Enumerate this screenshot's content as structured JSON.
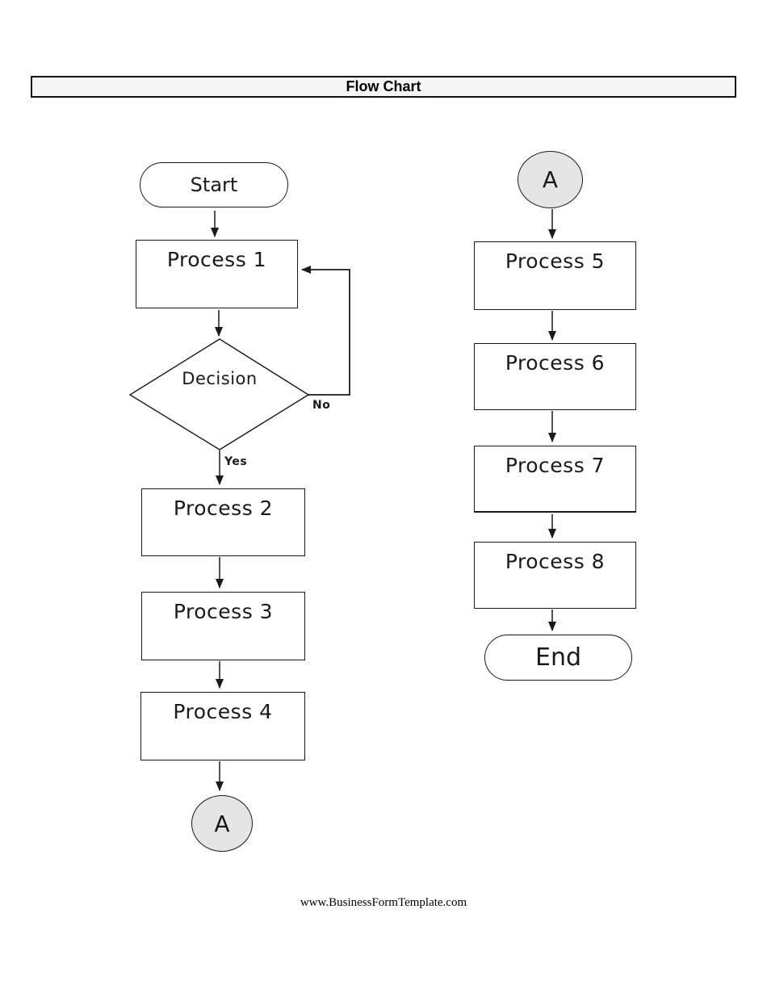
{
  "header": {
    "title": "Flow Chart"
  },
  "footer": {
    "text": "www.BusinessFormTemplate.com"
  },
  "colors": {
    "line": "#1a1a1a",
    "connector_fill": "#e5e5e5",
    "header_fill": "#f5f5f5",
    "node_fill": "#ffffff"
  },
  "nodes": {
    "start": "Start",
    "process1": "Process 1",
    "decision": "Decision",
    "process2": "Process 2",
    "process3": "Process 3",
    "process4": "Process 4",
    "connector_left": "A",
    "connector_right": "A",
    "process5": "Process 5",
    "process6": "Process 6",
    "process7": "Process 7",
    "process8": "Process 8",
    "end": "End"
  },
  "edge_labels": {
    "yes": "Yes",
    "no": "No"
  },
  "edges": [
    {
      "from": "start",
      "to": "process1"
    },
    {
      "from": "process1",
      "to": "decision"
    },
    {
      "from": "decision",
      "to": "process2",
      "label": "Yes"
    },
    {
      "from": "decision",
      "to": "process1",
      "label": "No"
    },
    {
      "from": "process2",
      "to": "process3"
    },
    {
      "from": "process3",
      "to": "process4"
    },
    {
      "from": "process4",
      "to": "connector_left"
    },
    {
      "from": "connector_right",
      "to": "process5"
    },
    {
      "from": "process5",
      "to": "process6"
    },
    {
      "from": "process6",
      "to": "process7"
    },
    {
      "from": "process7",
      "to": "process8"
    },
    {
      "from": "process8",
      "to": "end"
    }
  ]
}
